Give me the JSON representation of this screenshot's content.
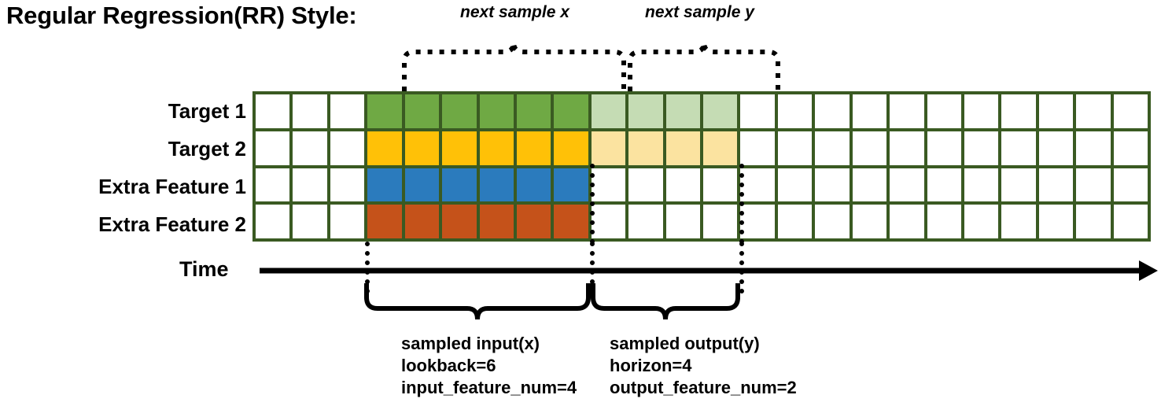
{
  "title": "Regular Regression(RR) Style:",
  "rows": [
    {
      "label": "Target 1",
      "name": "target-1"
    },
    {
      "label": "Target 2",
      "name": "target-2"
    },
    {
      "label": "Extra Feature 1",
      "name": "extra-feature-1"
    },
    {
      "label": "Extra Feature 2",
      "name": "extra-feature-2"
    }
  ],
  "time_axis": {
    "label": "Time"
  },
  "top_annotations": [
    {
      "text": "next sample x"
    },
    {
      "text": "next sample y"
    }
  ],
  "bottom_annotations": [
    {
      "line1": "sampled input(x)",
      "line2": "lookback=6",
      "line3": "input_feature_num=4"
    },
    {
      "line1": "sampled output(y)",
      "line2": "horizon=4",
      "line3": "output_feature_num=2"
    }
  ],
  "grid": {
    "columns": 24,
    "rows": 4,
    "border_color": "#3a5a22",
    "input_start_col": 3,
    "input_len": 6,
    "output_start_col": 9,
    "output_len": 4,
    "cells": [
      [
        "white",
        "white",
        "white",
        "green",
        "green",
        "green",
        "green",
        "green",
        "green",
        "green-lite",
        "green-lite",
        "green-lite",
        "green-lite",
        "white",
        "white",
        "white",
        "white",
        "white",
        "white",
        "white",
        "white",
        "white",
        "white",
        "white"
      ],
      [
        "white",
        "white",
        "white",
        "yellow",
        "yellow",
        "yellow",
        "yellow",
        "yellow",
        "yellow",
        "yellow-lite",
        "yellow-lite",
        "yellow-lite",
        "yellow-lite",
        "white",
        "white",
        "white",
        "white",
        "white",
        "white",
        "white",
        "white",
        "white",
        "white",
        "white"
      ],
      [
        "white",
        "white",
        "white",
        "blue",
        "blue",
        "blue",
        "blue",
        "blue",
        "blue",
        "white",
        "white",
        "white",
        "white",
        "white",
        "white",
        "white",
        "white",
        "white",
        "white",
        "white",
        "white",
        "white",
        "white",
        "white"
      ],
      [
        "white",
        "white",
        "white",
        "orange",
        "orange",
        "orange",
        "orange",
        "orange",
        "orange",
        "white",
        "white",
        "white",
        "white",
        "white",
        "white",
        "white",
        "white",
        "white",
        "white",
        "white",
        "white",
        "white",
        "white",
        "white"
      ]
    ]
  },
  "colors": {
    "green": "#6fa944",
    "green_light": "#c5dcb4",
    "yellow": "#ffc107",
    "yellow_light": "#fbe3a0",
    "blue": "#2b7bbd",
    "orange": "#c5521a",
    "grid_border": "#3a5a22",
    "ink": "#000000"
  }
}
